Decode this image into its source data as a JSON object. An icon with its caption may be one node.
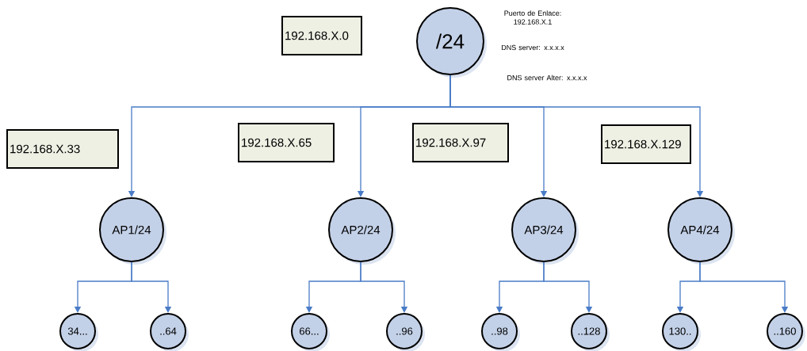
{
  "diagram": {
    "nodes": [
      {
        "text": [
          "192.168.X.0"
        ]
      },
      {
        "text": [
          "/24"
        ],
        "beside": [
          "Puerto de Enlace: 192.168.X.1",
          "DNS server: x.x.x.x",
          "DNS server Alter: x.x.x.x"
        ]
      },
      {
        "text": [
          "192.168.X.33"
        ]
      },
      {
        "text": [
          "192.168.X.65"
        ]
      },
      {
        "text": [
          "192.168.X.97"
        ]
      },
      {
        "text": [
          "192.168.X.129"
        ]
      },
      {
        "text": [
          "AP1/24"
        ]
      },
      {
        "text": [
          "AP2/24"
        ]
      },
      {
        "text": [
          "AP3/24"
        ]
      },
      {
        "text": [
          "AP4/24"
        ]
      },
      {
        "text": [
          "34..."
        ]
      },
      {
        "text": [
          "..64"
        ]
      },
      {
        "text": [
          "66..."
        ]
      },
      {
        "text": [
          "..96"
        ]
      },
      {
        "text": [
          "..98"
        ]
      },
      {
        "text": [
          "..128"
        ]
      },
      {
        "text": [
          "130.."
        ]
      },
      {
        "text": [
          "..160"
        ]
      }
    ],
    "edges": [
      {
        "from": 1,
        "to": 6,
        "arrow": "to"
      },
      {
        "from": 1,
        "to": 7,
        "arrow": "to"
      },
      {
        "from": 1,
        "to": 8,
        "arrow": "to"
      },
      {
        "from": 1,
        "to": 9,
        "arrow": "to"
      },
      {
        "from": 6,
        "to": 10,
        "arrow": "to"
      },
      {
        "from": 6,
        "to": 11,
        "arrow": "to"
      },
      {
        "from": 7,
        "to": 12,
        "arrow": "to"
      },
      {
        "from": 7,
        "to": 13,
        "arrow": "to"
      },
      {
        "from": 8,
        "to": 14,
        "arrow": "to"
      },
      {
        "from": 8,
        "to": 15,
        "arrow": "to"
      },
      {
        "from": 9,
        "to": 16,
        "arrow": "to"
      },
      {
        "from": 9,
        "to": 17,
        "arrow": "to"
      }
    ]
  }
}
